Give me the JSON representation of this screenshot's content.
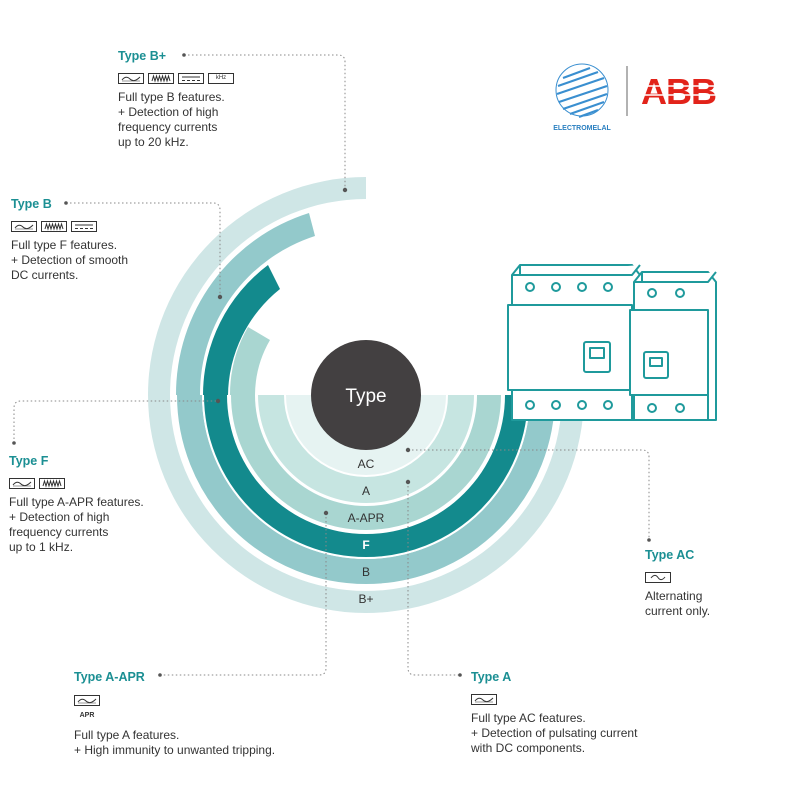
{
  "center": {
    "label": "Type"
  },
  "rings": [
    "AC",
    "A",
    "A-APR",
    "F",
    "B",
    "B+"
  ],
  "logo": {
    "left_caption": "ELECTROMELAL",
    "right_text": "ABB"
  },
  "types": {
    "bplus": {
      "title": "Type B+",
      "lines": [
        "Full type B features.",
        "+ Detection of high",
        "frequency currents",
        "up to 20 kHz."
      ],
      "khz": "kHz"
    },
    "b": {
      "title": "Type B",
      "lines": [
        "Full type F features.",
        "+ Detection of smooth",
        "DC currents."
      ]
    },
    "f": {
      "title": "Type F",
      "lines": [
        "Full type A-APR features.",
        "+ Detection of high",
        "frequency currents",
        "up to 1 kHz."
      ]
    },
    "ac": {
      "title": "Type AC",
      "lines": [
        "Alternating",
        "current only."
      ]
    },
    "a": {
      "title": "Type A",
      "lines": [
        "Full type AC features.",
        "+ Detection of pulsating current",
        "with DC components."
      ]
    },
    "aapr": {
      "title": "Type A-APR",
      "lines": [
        "Full type A features.",
        "+ High immunity to unwanted tripping."
      ],
      "apr": "APR"
    }
  },
  "colors": {
    "ring_bplus": "#cfe6e6",
    "ring_b": "#93c9cb",
    "ring_f": "#138a8d",
    "ring_aapr": "#a9d6d1",
    "ring_a": "#c6e5e1",
    "ring_ac": "#e6f3f2",
    "center": "#434041",
    "accent": "#1b8f93",
    "abb_red": "#e2231a"
  }
}
